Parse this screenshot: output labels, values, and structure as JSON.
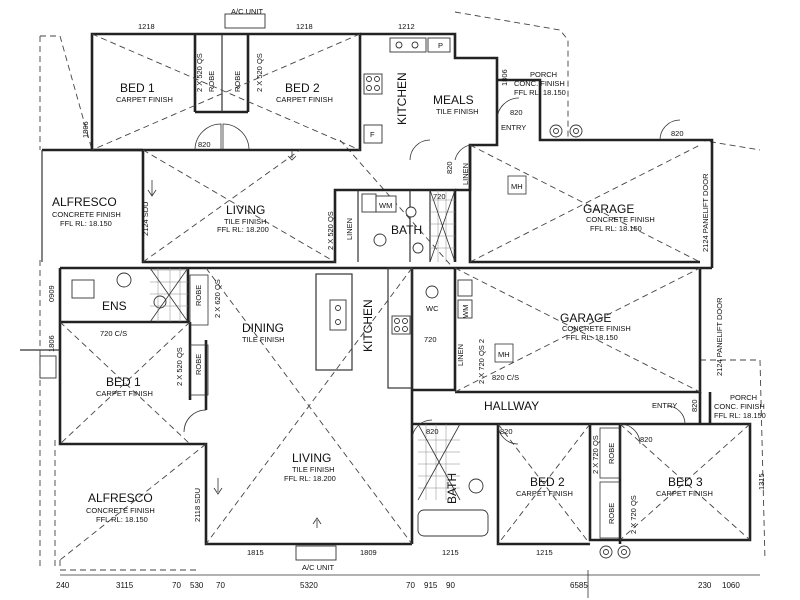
{
  "units": [
    {
      "rooms": {
        "bed1": {
          "name": "BED 1",
          "finish": "CARPET FINISH"
        },
        "bed2": {
          "name": "BED 2",
          "finish": "CARPET FINISH"
        },
        "kitchen": {
          "name": "KITCHEN"
        },
        "meals": {
          "name": "MEALS",
          "finish": "TILE FINISH"
        },
        "living": {
          "name": "LIVING",
          "finish": "TILE FINISH",
          "rl": "FFL RL: 18.200"
        },
        "alfresco": {
          "name": "ALFRESCO",
          "finish": "CONCRETE FINISH",
          "rl": "FFL RL: 18.150"
        },
        "bath": {
          "name": "BATH"
        },
        "garage": {
          "name": "GARAGE",
          "finish": "CONCRETE FINISH",
          "rl": "FFL RL: 18.150"
        },
        "porch": {
          "name": "PORCH",
          "finish": "CONC. FINISH",
          "rl": "FFL RL: 18.150"
        },
        "entry": {
          "name": "ENTRY"
        },
        "robe1": "ROBE",
        "robe2": "ROBE",
        "linen": "LINEN",
        "wm": "WM"
      },
      "dims": {
        "top1": "1218",
        "top2": "1218",
        "top3": "1212",
        "ac": "A/C UNIT",
        "wall_left": "1806",
        "robe_qs1": "2 X 520 QS",
        "robe_qs2": "2 X 520 QS",
        "linen_qs": "2 X 520 QS",
        "door820a": "820",
        "door820b": "820",
        "door820c": "820",
        "door820d": "820",
        "door820e": "820",
        "door720": "720",
        "sdu": "2124 SDU",
        "panelift": "2124 PANELIFT DOOR",
        "porch_w": "1806",
        "mh": "MH",
        "fridge": "F",
        "pantry": "P"
      }
    },
    {
      "rooms": {
        "ens": {
          "name": "ENS"
        },
        "bed1": {
          "name": "BED 1",
          "finish": "CARPET FINISH"
        },
        "dining": {
          "name": "DINING",
          "finish": "TILE FINISH"
        },
        "kitchen": {
          "name": "KITCHEN"
        },
        "living": {
          "name": "LIVING",
          "finish": "TILE FINISH",
          "rl": "FFL RL: 18.200"
        },
        "alfresco": {
          "name": "ALFRESCO",
          "finish": "CONCRETE FINISH",
          "rl": "FFL RL: 18.150"
        },
        "garage": {
          "name": "GARAGE",
          "finish": "CONCRETE FINISH",
          "rl": "FFL RL: 18.150"
        },
        "hallway": {
          "name": "HALLWAY"
        },
        "bath": {
          "name": "BATH"
        },
        "bed2": {
          "name": "BED 2",
          "finish": "CARPET FINISH"
        },
        "bed3": {
          "name": "BED 3",
          "finish": "CARPET FINISH"
        },
        "porch": {
          "name": "PORCH",
          "finish": "CONC. FINISH",
          "rl": "FFL RL: 18.150"
        },
        "entry": {
          "name": "ENTRY"
        },
        "wc": "WC",
        "robe_ens": "ROBE",
        "robe_bed1": "ROBE",
        "robe_bed3a": "ROBE",
        "robe_bed3b": "ROBE",
        "linen": "LINEN",
        "wm": "WM"
      },
      "dims": {
        "d0909": "0909",
        "d1806": "1806",
        "ens_cs": "720 C/S",
        "qs620": "2 X 620 QS",
        "qs520": "2 X 520 QS",
        "qs720a": "2 X 720 QS 2",
        "cs820": "820 C/S",
        "qs720b": "2 X 720 QS",
        "qs720c": "2 X 720 QS",
        "d720": "720",
        "d820a": "820",
        "d820b": "820",
        "d820c": "820",
        "d820d": "820",
        "panelift": "2124 PANELIFT DOOR",
        "sdu": "2118 SDU",
        "right1315": "1315",
        "win1": "1815",
        "win2": "1809",
        "win3": "1215",
        "win4": "1215",
        "ac": "A/C UNIT",
        "mh": "MH"
      }
    }
  ],
  "bottom_dims": [
    "240",
    "3115",
    "70",
    "530",
    "70",
    "5320",
    "70",
    "915",
    "90",
    "6585",
    "230",
    "1060"
  ]
}
